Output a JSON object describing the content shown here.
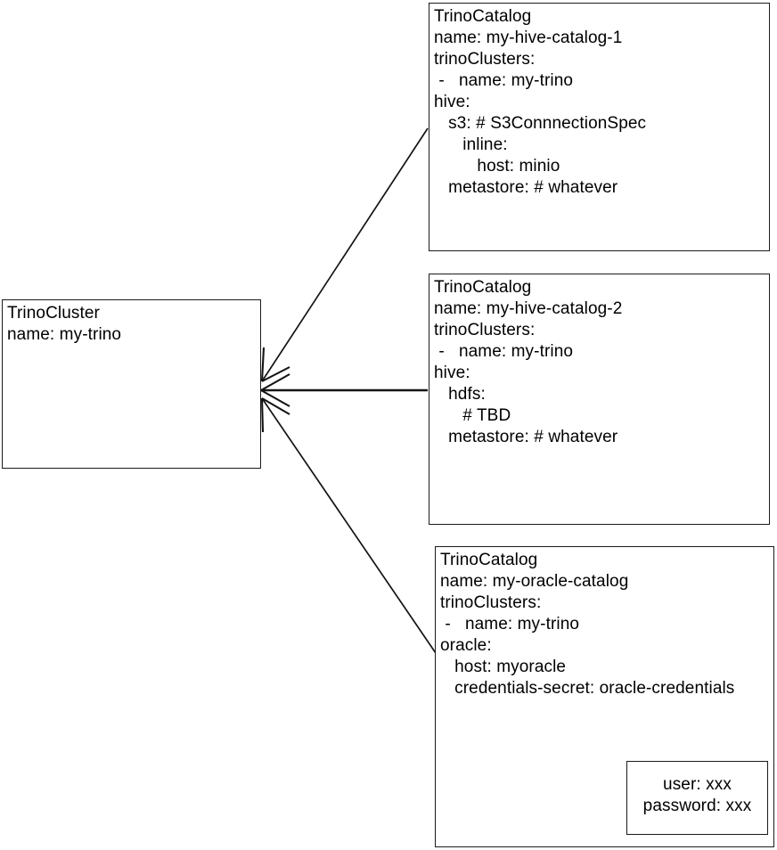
{
  "diagram": {
    "title": "TrinoCluster and TrinoCatalog relationship diagram",
    "background_color": "#ffffff",
    "stroke_color": "#141414",
    "text_color": "#000000"
  },
  "nodes": {
    "trino_cluster": {
      "kind": "TrinoCluster",
      "lines": [
        "TrinoCluster",
        "name: my-trino"
      ],
      "text": "TrinoCluster\nname: my-trino"
    },
    "catalog_hive_1": {
      "kind": "TrinoCatalog",
      "lines": [
        "TrinoCatalog",
        "name: my-hive-catalog-1",
        "trinoClusters:",
        " -   name: my-trino",
        "hive:",
        "   s3: # S3ConnnectionSpec",
        "      inline:",
        "         host: minio",
        "   metastore: # whatever"
      ],
      "text": "TrinoCatalog\nname: my-hive-catalog-1\ntrinoClusters:\n -   name: my-trino\nhive:\n   s3: # S3ConnnectionSpec\n      inline:\n         host: minio\n   metastore: # whatever"
    },
    "catalog_hive_2": {
      "kind": "TrinoCatalog",
      "lines": [
        "TrinoCatalog",
        "name: my-hive-catalog-2",
        "trinoClusters:",
        " -   name: my-trino",
        "hive:",
        "   hdfs:",
        "      # TBD",
        "   metastore: # whatever"
      ],
      "text": "TrinoCatalog\nname: my-hive-catalog-2\ntrinoClusters:\n -   name: my-trino\nhive:\n   hdfs:\n      # TBD\n   metastore: # whatever"
    },
    "catalog_oracle": {
      "kind": "TrinoCatalog",
      "lines": [
        "TrinoCatalog",
        "name: my-oracle-catalog",
        "trinoClusters:",
        " -   name: my-trino",
        "oracle:",
        "   host: myoracle",
        "   credentials-secret: oracle-credentials"
      ],
      "text": "TrinoCatalog\nname: my-oracle-catalog\ntrinoClusters:\n -   name: my-trino\noracle:\n   host: myoracle\n   credentials-secret: oracle-credentials"
    },
    "credentials_secret": {
      "kind": "Secret",
      "lines": [
        "user: xxx",
        "password: xxx"
      ],
      "text": "user: xxx\npassword: xxx"
    }
  },
  "connectors": [
    {
      "name": "hive-catalog-1-to-cluster",
      "from": "catalog_hive_1",
      "to": "trino_cluster",
      "arrowhead_at": "trino_cluster"
    },
    {
      "name": "hive-catalog-2-to-cluster",
      "from": "catalog_hive_2",
      "to": "trino_cluster",
      "arrowhead_at": "trino_cluster"
    },
    {
      "name": "oracle-catalog-to-cluster",
      "from": "catalog_oracle",
      "to": "trino_cluster",
      "arrowhead_at": "trino_cluster"
    },
    {
      "name": "oracle-catalog-to-credentials",
      "from": "catalog_oracle",
      "to": "credentials_secret",
      "arrowhead_at": "credentials_secret"
    }
  ]
}
